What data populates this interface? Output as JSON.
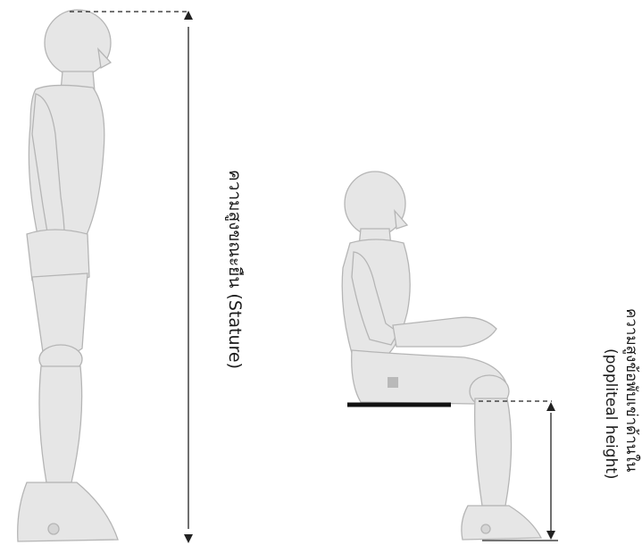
{
  "standing_figure": {
    "label": "ความสูงขณะยืน (Stature)"
  },
  "seated_figure": {
    "label_line1": "ความสูงข้อพับเข่าด้านใน",
    "label_line2": "(popliteal height)"
  },
  "colors": {
    "figure_fill": "#e8e8e8",
    "figure_shade": "#c9c9c9",
    "line": "#222222",
    "seat": "#111111"
  }
}
